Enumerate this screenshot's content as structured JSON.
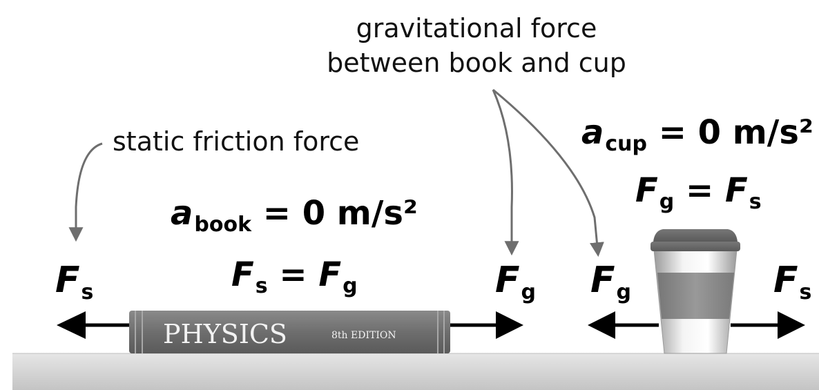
{
  "gravity_label": {
    "line1": "gravitational force",
    "line2": "between book and cup"
  },
  "friction_label": "static friction force",
  "book": {
    "title": "PHYSICS",
    "edition": "8th EDITION",
    "accel": {
      "symbol": "a",
      "sub": "book",
      "rhs": "= 0 m/s²"
    },
    "balance": {
      "left": "F",
      "left_sub": "s",
      "op": "=",
      "right": "F",
      "right_sub": "g"
    },
    "left_force": {
      "symbol": "F",
      "sub": "s"
    },
    "right_force": {
      "symbol": "F",
      "sub": "g"
    }
  },
  "cup": {
    "accel": {
      "symbol": "a",
      "sub": "cup",
      "rhs": "= 0 m/s²"
    },
    "balance": {
      "left": "F",
      "left_sub": "g",
      "op": "=",
      "right": "F",
      "right_sub": "s"
    },
    "left_force": {
      "symbol": "F",
      "sub": "g"
    },
    "right_force": {
      "symbol": "F",
      "sub": "s"
    }
  },
  "colors": {
    "arrow": "#000000",
    "pointer": "#6e6e6e",
    "book": "#6f6f6f",
    "table": "#d4d4d4"
  }
}
